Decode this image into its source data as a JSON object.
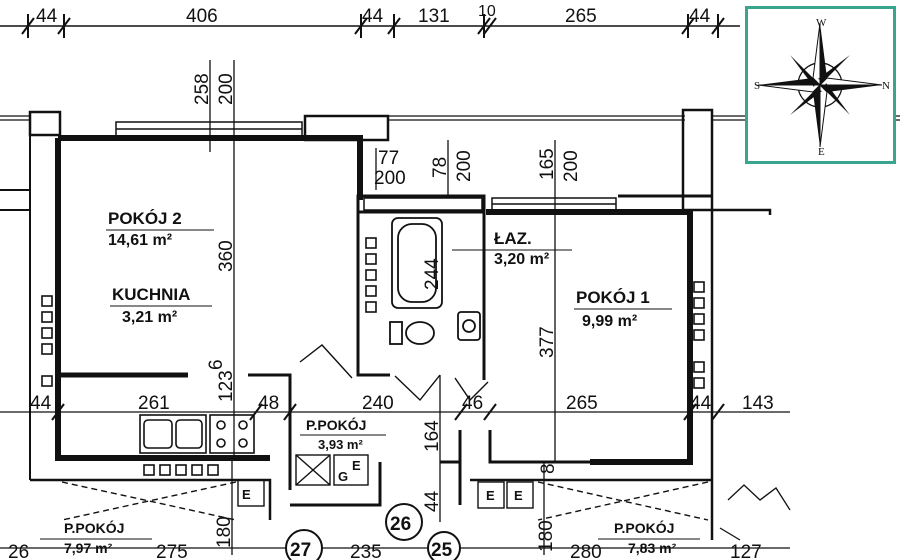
{
  "top_dimensions": [
    "44",
    "406",
    "44",
    "131",
    "10",
    "265",
    "44"
  ],
  "vertical_dimensions": {
    "kitchen_window": [
      "258",
      "200"
    ],
    "window_77_200": [
      "77",
      "200"
    ],
    "bath_window": [
      "78",
      "200"
    ],
    "room1_window": [
      "165",
      "200"
    ],
    "room2_height": "360",
    "bath_height": "244",
    "room1_height": "377",
    "small_123": "123",
    "small_6": "6",
    "hall_164": "164",
    "bottom_180_left": "180",
    "bottom_180_right": "180",
    "bottom_44": "44",
    "small_8": "8"
  },
  "middle_dimensions": [
    "44",
    "261",
    "48",
    "240",
    "46",
    "265",
    "44",
    "143"
  ],
  "bottom_dimensions": [
    "26",
    "275",
    "235",
    "280",
    "127"
  ],
  "rooms": {
    "pokoj2": {
      "name": "POKÓJ 2",
      "area": "14,61 m²"
    },
    "kuchnia": {
      "name": "KUCHNIA",
      "area": "3,21 m²"
    },
    "lazienka": {
      "name": "ŁAZ.",
      "area": "3,20 m²"
    },
    "pokoj1": {
      "name": "POKÓJ 1",
      "area": "9,99 m²"
    },
    "przedpokoj": {
      "name": "P.POKÓJ",
      "area": "3,93 m²"
    },
    "przedpokoj_left": {
      "name": "P.POKÓJ",
      "area": "7,97 m²"
    },
    "przedpokoj_right": {
      "name": "P.POKÓJ",
      "area": "7,83 m²"
    }
  },
  "apartment_numbers": [
    "26",
    "27",
    "25"
  ],
  "cabinet_letters": {
    "e1": "E",
    "g1": "G",
    "e2": "E",
    "e3": "E",
    "e4": "E"
  },
  "compass": {
    "north": "N",
    "south": "S",
    "west": "W",
    "east": "E"
  },
  "colors": {
    "compass_border": "#3aa58f",
    "ink": "#111111"
  }
}
